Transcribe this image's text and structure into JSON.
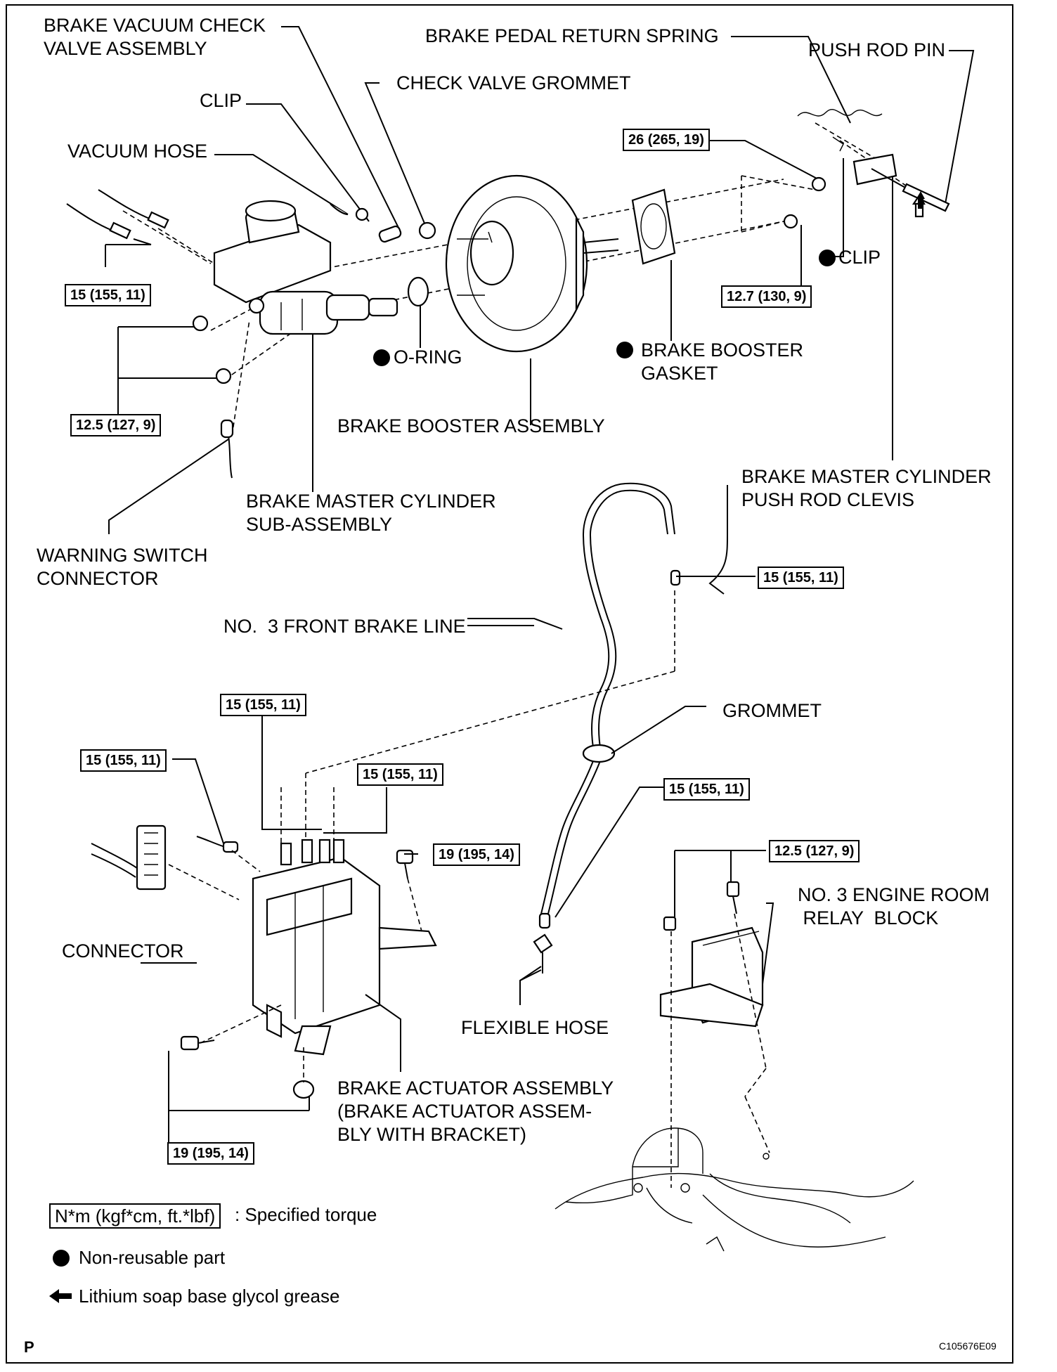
{
  "labels": {
    "brake_vacuum_check_valve_assembly": "BRAKE VACUUM CHECK\nVALVE ASSEMBLY",
    "clip_top": "CLIP",
    "check_valve_grommet": "CHECK VALVE GROMMET",
    "vacuum_hose": "VACUUM HOSE",
    "brake_pedal_return_spring": "BRAKE PEDAL RETURN SPRING",
    "push_rod_pin": "PUSH ROD PIN",
    "clip_right": "CLIP",
    "o_ring": "O-RING",
    "brake_booster_gasket": "BRAKE BOOSTER\nGASKET",
    "brake_booster_assembly": "BRAKE BOOSTER ASSEMBLY",
    "brake_master_cylinder_push_rod_clevis": "BRAKE MASTER CYLINDER\nPUSH ROD CLEVIS",
    "brake_master_cylinder_sub_assembly": "BRAKE MASTER CYLINDER\nSUB-ASSEMBLY",
    "warning_switch_connector": "WARNING SWITCH\nCONNECTOR",
    "no3_front_brake_line": "NO.  3 FRONT BRAKE LINE",
    "grommet": "GROMMET",
    "connector": "CONNECTOR",
    "no3_engine_room_relay_block": "NO. 3 ENGINE ROOM\n RELAY  BLOCK",
    "flexible_hose": "FLEXIBLE HOSE",
    "brake_actuator_assembly": "BRAKE ACTUATOR ASSEMBLY\n(BRAKE ACTUATOR ASSEM-\nBLY WITH BRACKET)"
  },
  "torques": {
    "t_26": "26 (265, 19)",
    "t_15_mc": "15 (155, 11)",
    "t_127": "12.7 (130, 9)",
    "t_125_mc": "12.5 (127, 9)",
    "t_15_line": "15 (155, 11)",
    "t_15_act_top": "15 (155, 11)",
    "t_15_act_left": "15 (155, 11)",
    "t_15_act_right": "15 (155, 11)",
    "t_19_top": "19 (195, 14)",
    "t_15_flex": "15 (155, 11)",
    "t_125_relay": "12.5 (127, 9)",
    "t_19_bottom": "19 (195, 14)"
  },
  "legend": {
    "torque_unit": "N*m (kgf*cm, ft.*lbf)",
    "torque_desc": ": Specified torque",
    "non_reusable": "Non-reusable part",
    "grease": "Lithium soap base glycol grease"
  },
  "footer": {
    "page_mark": "P",
    "figure_code": "C105676E09"
  }
}
